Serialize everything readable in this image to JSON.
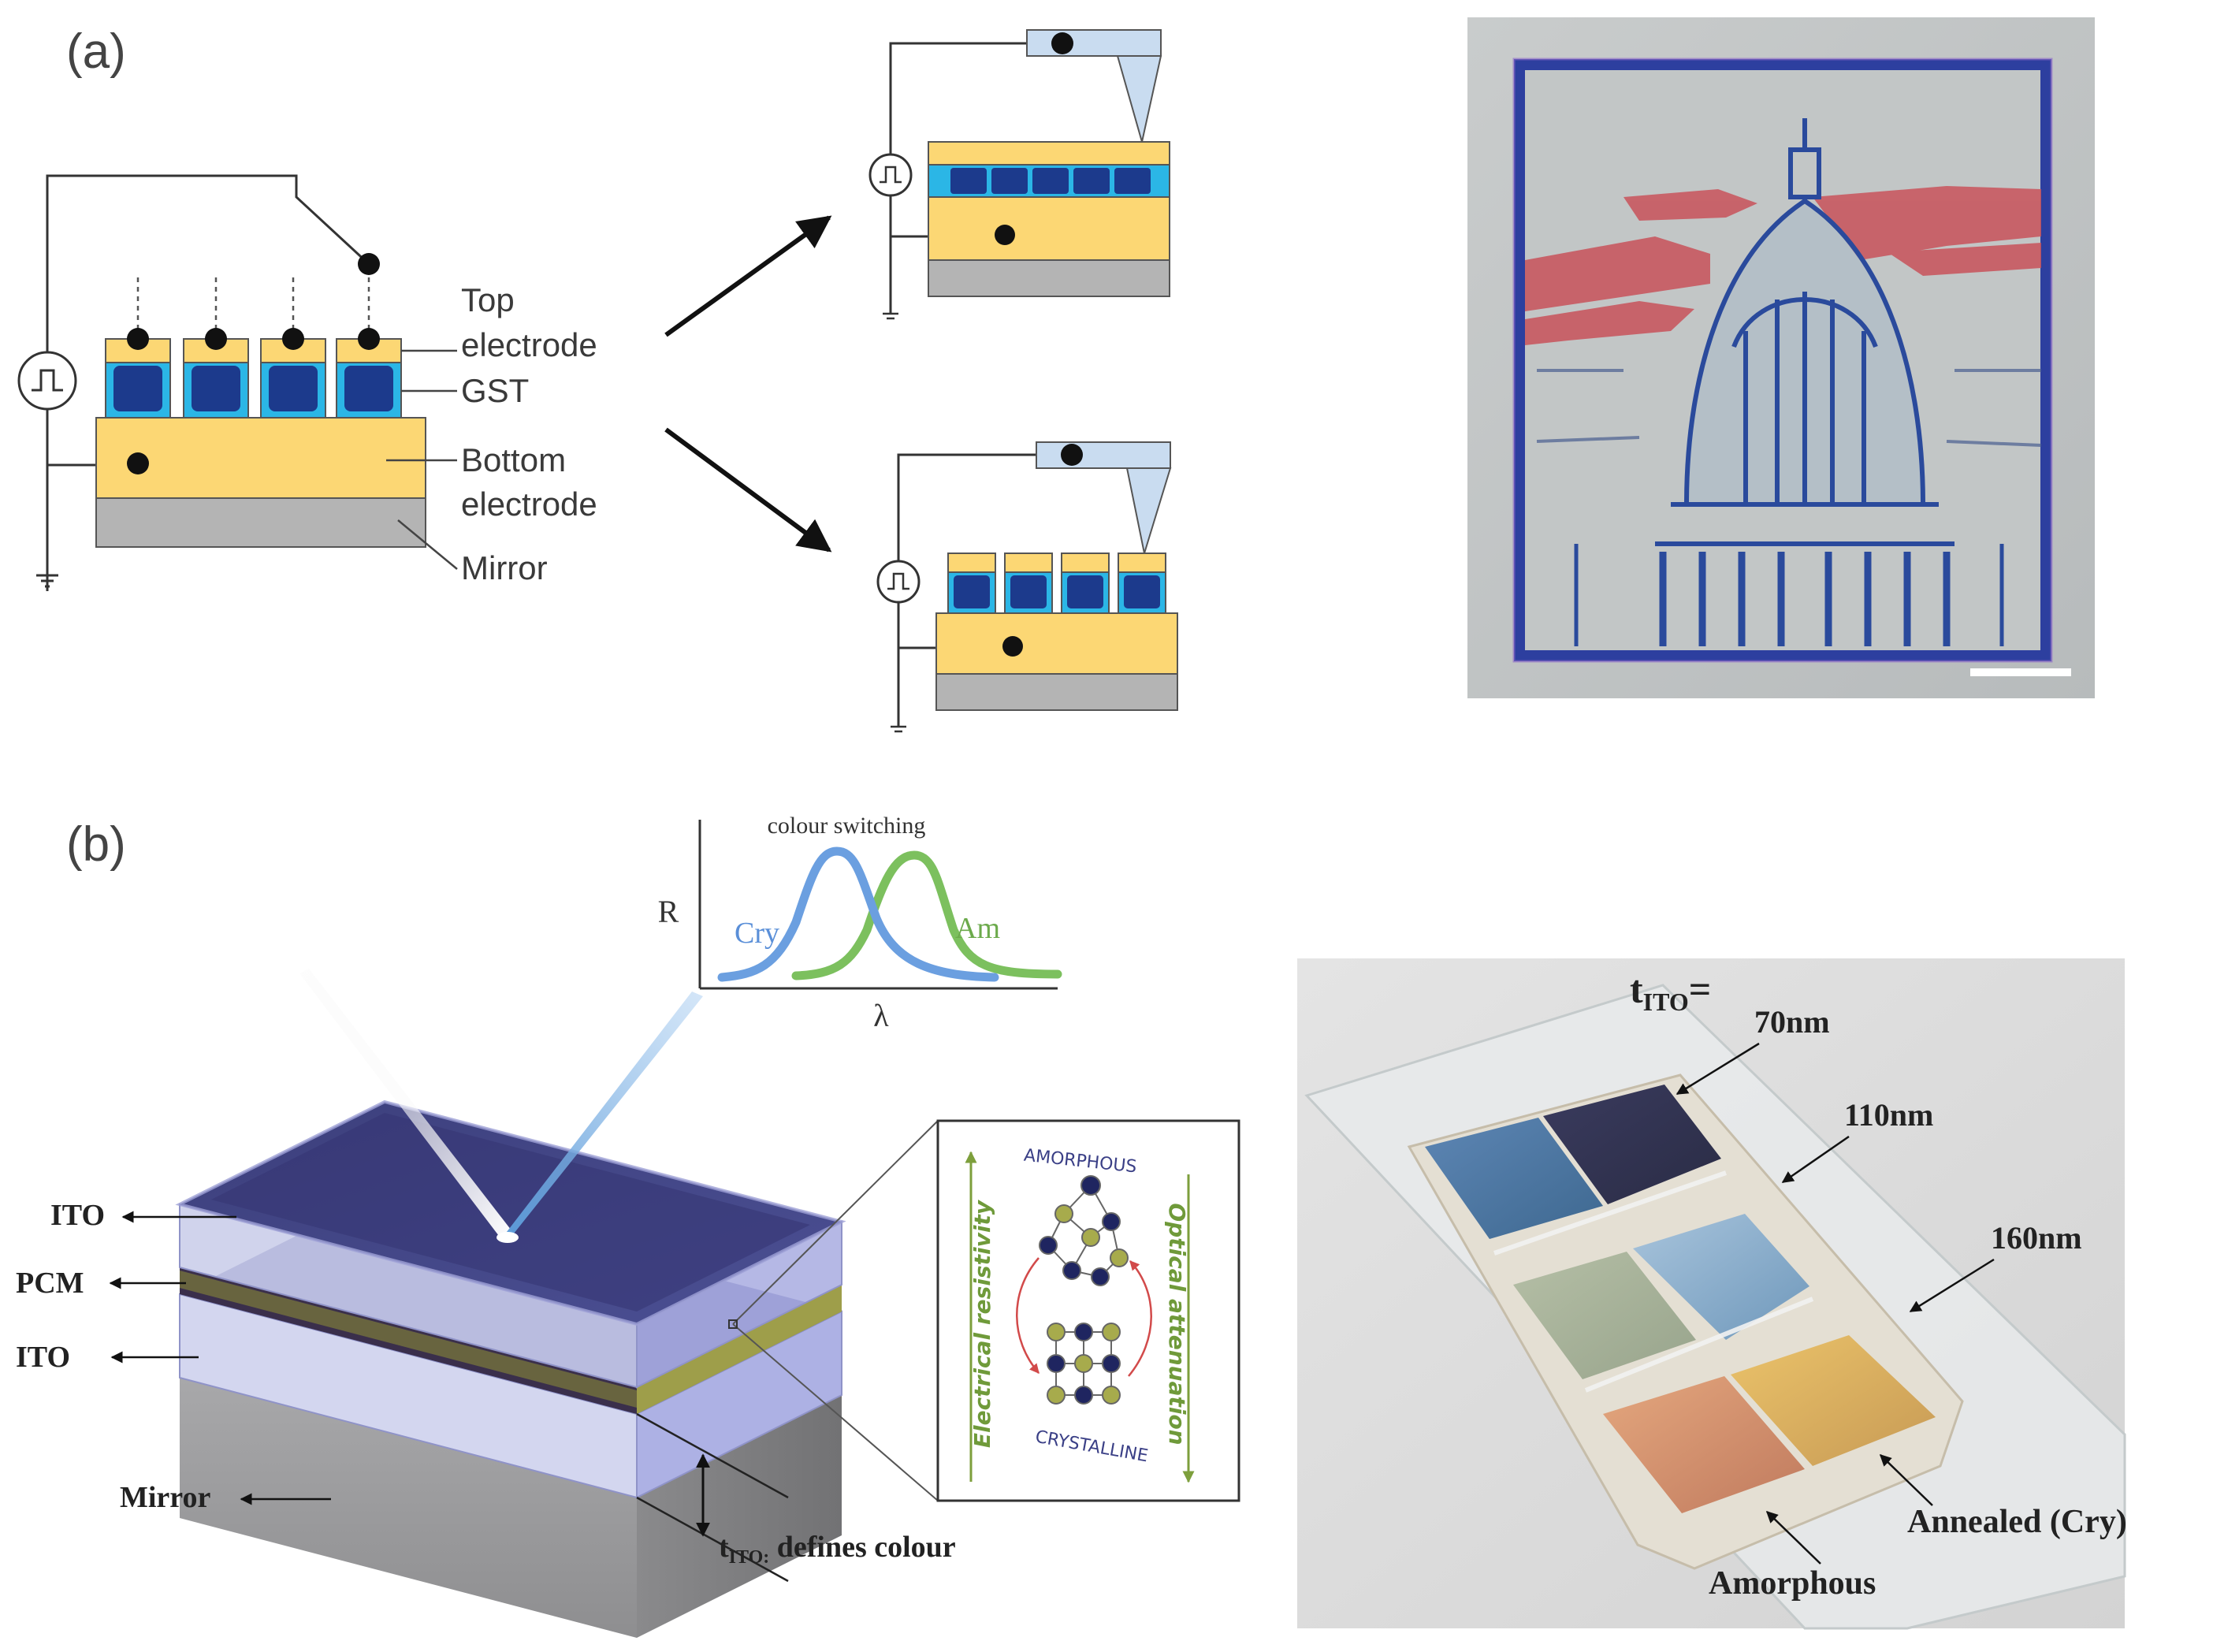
{
  "panel_a": {
    "label": "(a)",
    "callouts": {
      "top_electrode_line1": "Top",
      "top_electrode_line2": "electrode",
      "gst": "GST",
      "bottom_electrode_line1": "Bottom",
      "bottom_electrode_line2": "electrode",
      "mirror": "Mirror"
    }
  },
  "panel_b": {
    "label": "(b)",
    "spectrum": {
      "title": "colour switching",
      "ylabel": "R",
      "xlabel": "λ",
      "cry_label": "Cry",
      "am_label": "Am"
    },
    "layers": {
      "ito_top": "ITO",
      "pcm": "PCM",
      "ito_bottom": "ITO",
      "mirror": "Mirror",
      "thickness_prefix": "t",
      "thickness_sub": "ITO:",
      "thickness_suffix": " defines colour"
    },
    "inset": {
      "amorphous": "AMORPHOUS",
      "crystalline": "CRYSTALLINE",
      "left_axis": "Electrical resistivity",
      "right_axis": "Optical attenuation"
    },
    "photo": {
      "t_prefix": "t",
      "t_sub": "ITO",
      "t_suffix": "=",
      "thickness_70": "70nm",
      "thickness_110": "110nm",
      "thickness_160": "160nm",
      "annealed": "Annealed (Cry)",
      "amorphous": "Amorphous"
    }
  },
  "colors": {
    "electrode_gold": "#fcd774",
    "gst_blue": "#1c3a8c",
    "gst_cyan": "#2bb6e6",
    "mirror_grey": "#b4b4b4",
    "cry_curve": "#6b9fe0",
    "am_curve": "#7cc05e",
    "pcm_layer": "#3a2f6b"
  }
}
